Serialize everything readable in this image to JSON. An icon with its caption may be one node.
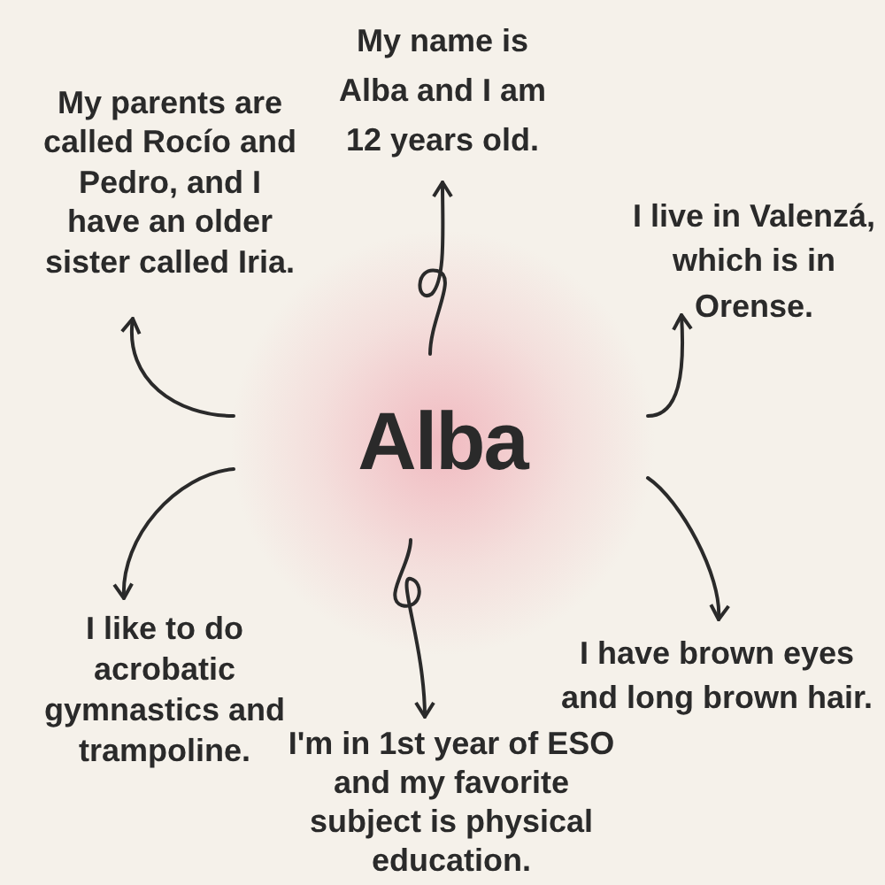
{
  "diagram": {
    "nodes": [
      {
        "text": [
          "Alba"
        ]
      },
      {
        "text": [
          "My name is Alba and I am 12 years old."
        ]
      },
      {
        "text": [
          "I live in Valenzá, which is in Orense."
        ]
      },
      {
        "text": [
          "I have brown eyes and long brown hair."
        ]
      },
      {
        "text": [
          "I'm in 1st year of ESO and my favorite subject is physical education."
        ]
      },
      {
        "text": [
          "I like to do acrobatic gymnastics and trampoline."
        ]
      },
      {
        "text": [
          "My parents are called Rocío and Pedro, and I have an older sister called Iria."
        ]
      }
    ],
    "edges": [
      {
        "from": 0,
        "to": 1,
        "arrow": "to"
      },
      {
        "from": 0,
        "to": 2,
        "arrow": "to"
      },
      {
        "from": 0,
        "to": 3,
        "arrow": "to"
      },
      {
        "from": 0,
        "to": 4,
        "arrow": "to"
      },
      {
        "from": 0,
        "to": 5,
        "arrow": "to"
      },
      {
        "from": 0,
        "to": 6,
        "arrow": "to"
      }
    ]
  }
}
